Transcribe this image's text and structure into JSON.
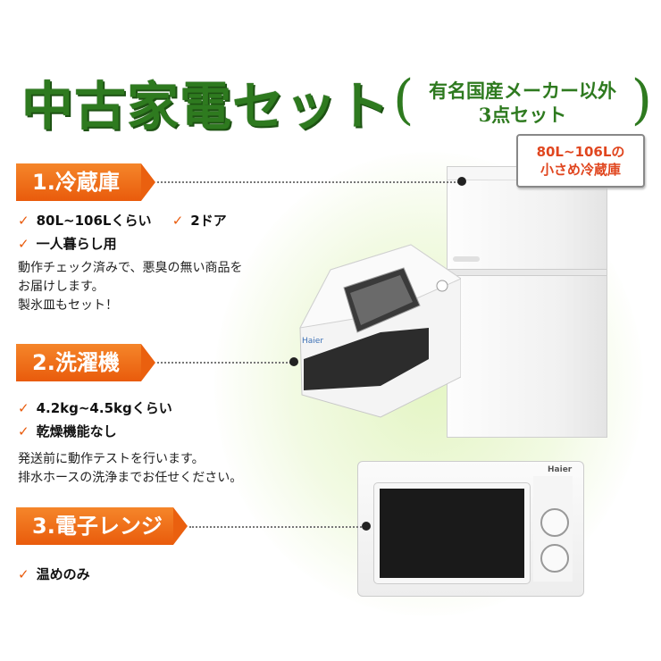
{
  "header": {
    "title": "中古家電セット",
    "subtitle_line1": "有名国産メーカー以外",
    "subtitle_line2": "3点セット"
  },
  "badge": {
    "line1": "80L~106Lの",
    "line2": "小さめ冷蔵庫"
  },
  "sections": [
    {
      "heading": "1.冷蔵庫",
      "checks": [
        "80L~106Lくらい",
        "2ドア",
        "一人暮らし用"
      ],
      "notes": [
        "動作チェック済みで、悪臭の無い商品を",
        "お届けします。",
        "製氷皿もセット！"
      ]
    },
    {
      "heading": "2.洗濯機",
      "checks": [
        "4.2kg~4.5kgくらい",
        "乾燥機能なし"
      ],
      "notes": [
        "発送前に動作テストを行います。",
        "排水ホースの洗浄までお任せください。"
      ]
    },
    {
      "heading": "3.電子レンジ",
      "checks": [
        "温めのみ"
      ]
    }
  ],
  "check_mark": "✓",
  "appliance_brand": "Haier",
  "colors": {
    "green": "#2e7a1f",
    "orange": "#e95b0c",
    "badge_text": "#e0461f"
  }
}
